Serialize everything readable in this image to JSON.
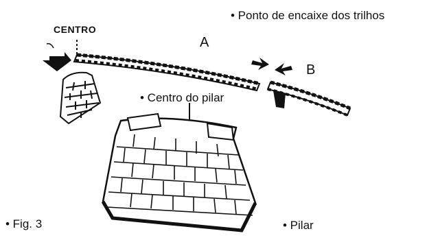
{
  "labels": {
    "centro": "CENTRO",
    "rail_joint": "• Ponto de encaixe dos trilhos",
    "section_a": "A",
    "section_b": "B",
    "pillar_center": "• Centro do pilar",
    "figure": "• Fig. 3",
    "pillar": "• Pilar"
  },
  "colors": {
    "ink": "#111111",
    "paper": "#ffffff"
  }
}
